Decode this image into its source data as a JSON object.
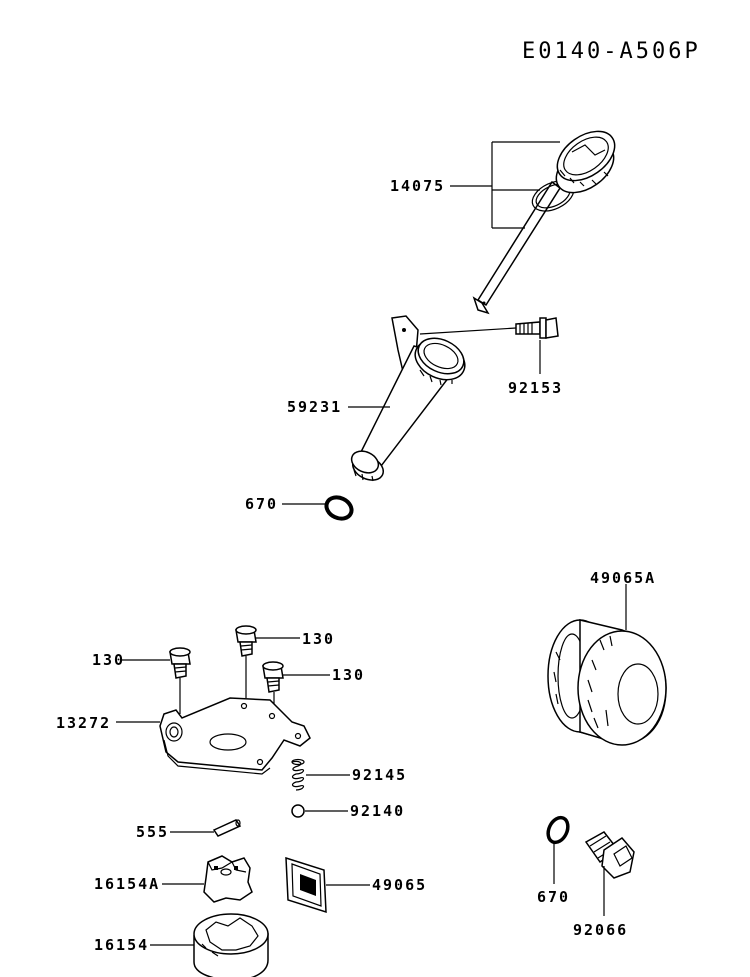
{
  "diagram_code": "E0140-A506P",
  "labels": {
    "p14075": "14075",
    "p92153": "92153",
    "p59231": "59231",
    "p670_top": "670",
    "p49065A": "49065A",
    "p130_a": "130",
    "p130_b": "130",
    "p130_c": "130",
    "p13272": "13272",
    "p92145": "92145",
    "p92140": "92140",
    "p555": "555",
    "p16154A": "16154A",
    "p49065": "49065",
    "p16154": "16154",
    "p670_bottom": "670",
    "p92066": "92066"
  }
}
